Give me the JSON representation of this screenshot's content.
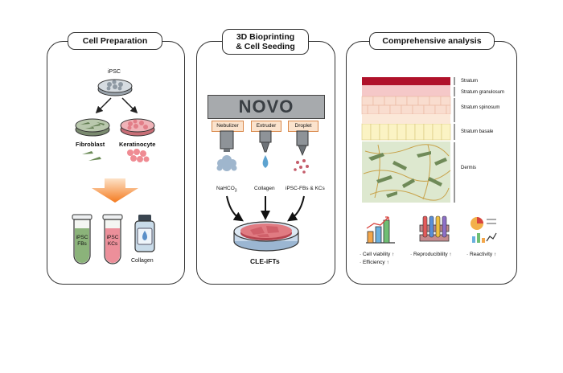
{
  "panel1": {
    "title": "Cell Preparation",
    "ipsc": "iPSC",
    "fibroblast": "Fibroblast",
    "keratinocyte": "Keratinocyte",
    "tube1": "iPSC\nFBs",
    "tube2": "iPSC\nKCs",
    "collagen": "Collagen"
  },
  "panel2": {
    "title": "3D Bioprinting\n& Cell Seeding",
    "printer": "NOVO",
    "heads": [
      "Nebulizer",
      "Extruder",
      "Droplet"
    ],
    "nahco3": "NaHCO",
    "nahco3_sub": "3",
    "collagen": "Collagen",
    "cells": "iPSC-FBs & KCs",
    "product": "CLE-iFTs"
  },
  "panel3": {
    "title": "Comprehensive analysis",
    "layers": [
      "Stratum",
      "Stratum granulosum",
      "Stratum spinosum",
      "Stratum basale",
      "Dermis"
    ],
    "metrics": [
      "· Cell viability ↑",
      "· Efficiency ↑",
      "· Reproducibility ↑",
      "· Reactivity ↑"
    ]
  },
  "colors": {
    "arrow_orange": "#f47b20",
    "stratum_red": "#b0112a",
    "dermis": "#dde8cf"
  }
}
